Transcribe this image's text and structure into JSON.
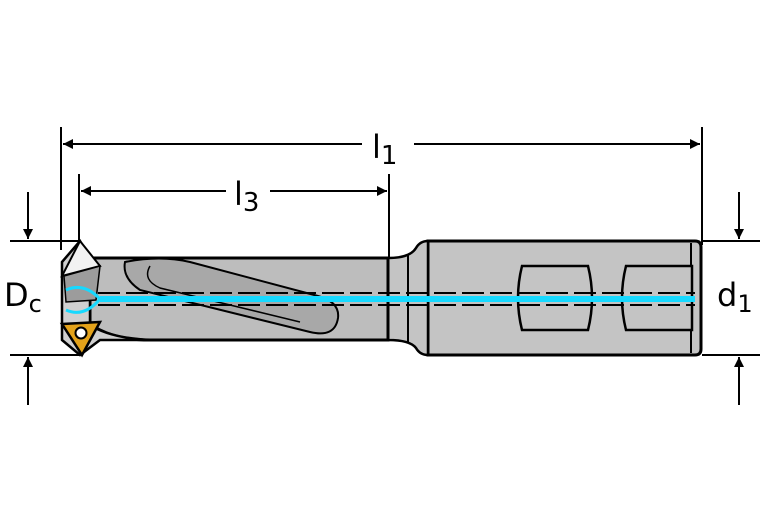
{
  "labels": {
    "l1": {
      "main": "l",
      "sub": "1"
    },
    "l3": {
      "main": "l",
      "sub": "3"
    },
    "dc": {
      "main": "D",
      "sub": "c"
    },
    "d1": {
      "main": "d",
      "sub": "1"
    }
  },
  "colors": {
    "body": "#bdbdbd",
    "shank": "#c4c4c4",
    "outline": "#000000",
    "coolant": "#17d9ff",
    "insert_gold": "#e3a21a",
    "flute": "#9e9e9e"
  }
}
